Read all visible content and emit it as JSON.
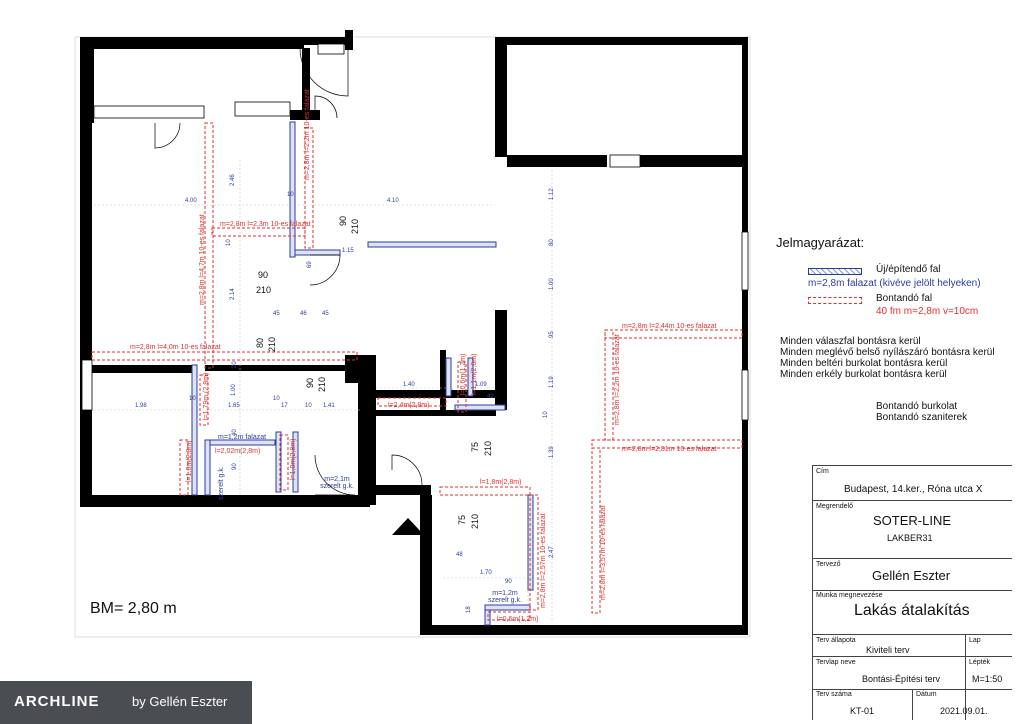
{
  "legend": {
    "title": "Jelmagyarázat:",
    "new_wall": "Új/építendő fal",
    "new_wall_sub": "m=2,8m falazat (kivéve jelölt helyeken)",
    "demo_wall": "Bontandó fal",
    "demo_wall_sub": "40 fm m=2,8m v=10cm",
    "notes": [
      "Minden válaszfal bontásra kerül",
      "Minden meglévő belső nyílászáró bontásra kerül",
      "Minden beltéri burkolat bontásra kerül",
      "Minden erkély burkolat bontásra kerül"
    ],
    "notes2": [
      "Bontandó burkolat",
      "Bontandó szaniterek"
    ]
  },
  "title_block": {
    "cim_label": "Cím",
    "cim": "Budapest, 14.ker., Róna utca X",
    "megrendelo_label": "Megrendelő",
    "megrendelo": "SOTER-LINE",
    "megrendelo_code": "LAKBER31",
    "tervezo_label": "Tervező",
    "tervezo": "Gellén Eszter",
    "munka_label": "Munka megnevezése",
    "munka": "Lakás átalakítás",
    "allapot_label": "Terv állapota",
    "allapot": "Kiviteli terv",
    "lap_label": "Lap",
    "tervlap_label": "Tervlap neve",
    "tervlap": "Bontási-Építési terv",
    "lepitek_label": "Lépték",
    "lepitek": "M=1:50",
    "szam_label": "Terv száma",
    "szam": "KT-01",
    "datum_label": "Dátum",
    "datum": "2021.09.01."
  },
  "bm": "BM= 2,80 m",
  "brand": {
    "logo": "ARCHLINE",
    "by": "by Gellén Eszter"
  },
  "plan": {
    "demo_labels": [
      "m=2,8m l=2,3m 10-es falazat",
      "m=2,8m l=2,2m 10-es falazat",
      "m=2,8m l=4,7m 10-es falazat",
      "m=2,8m l=4,0m 10-es falazat",
      "m=2,8m l=2,44m 10-es falazat",
      "m=2,8m l=2,2m 10-es falazat",
      "m=2,8m l=2,81m 10-es falazat",
      "m=2,8m l=3,57m 10-es falazat",
      "m=2,8m l=2,57m 10-es falazat",
      "l=1,8m(2,8m)",
      "l=2,4m(2,8m)",
      "l=2,02m(2,8m)",
      "l=1,0m(2,8m)",
      "l=1,0m(2,8m)",
      "l=1,79m (2,8m)",
      "l=0,6m(1,2m)",
      "l=0,6m(1,2m)",
      "l=1,1m(2,8m)"
    ],
    "blue_labels": [
      "m=2,1m szerelt g.k.",
      "m=1,2m szerelt g.k.",
      "m=1,2m falazat",
      "szerelt g.k."
    ],
    "dims": [
      "4.00",
      "4.10",
      "2.46",
      "2.14",
      "1.98",
      "1.65",
      "1.41",
      "1.00",
      "1.40",
      "1.09",
      "1.70",
      "1.12",
      "80",
      "1.00",
      "95",
      "1.19",
      "1.39",
      "2.47",
      "45",
      "46",
      "45",
      "10",
      "10",
      "10",
      "10",
      "10",
      "17",
      "20",
      "40",
      "90",
      "42",
      "48",
      "90",
      "18",
      "1.15",
      "69",
      "10"
    ],
    "doors": [
      "90",
      "210",
      "90",
      "210",
      "80",
      "210",
      "90",
      "210",
      "75",
      "210",
      "75",
      "210"
    ]
  },
  "colors": {
    "wall": "#000000",
    "new_wall": "#2b3d9c",
    "demo": "#e03030",
    "grid": "#c8c8c8"
  }
}
